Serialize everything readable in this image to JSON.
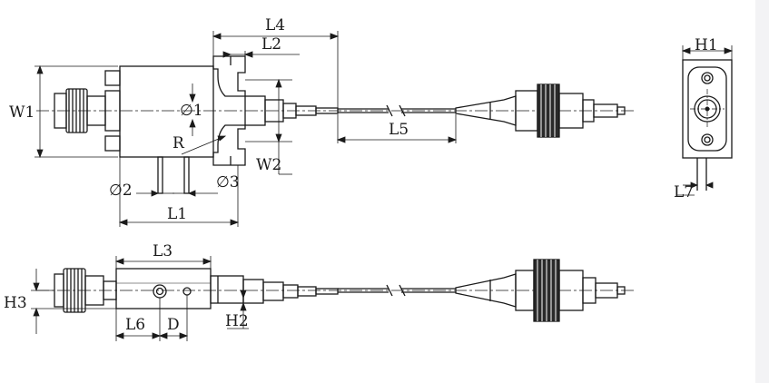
{
  "drawing": {
    "line_color": "#1a1a1a",
    "background": "#ffffff",
    "strip_color": "#f3f3f5"
  },
  "labels": {
    "L1": "L1",
    "L2": "L2",
    "L3": "L3",
    "L4": "L4",
    "L5": "L5",
    "L6": "L6",
    "L7": "L7",
    "W1": "W1",
    "W2": "W2",
    "H1": "H1",
    "H2": "H2",
    "H3": "H3",
    "D": "D",
    "R": "R",
    "phi1": "∅1",
    "phi2": "∅2",
    "phi3": "∅3"
  }
}
